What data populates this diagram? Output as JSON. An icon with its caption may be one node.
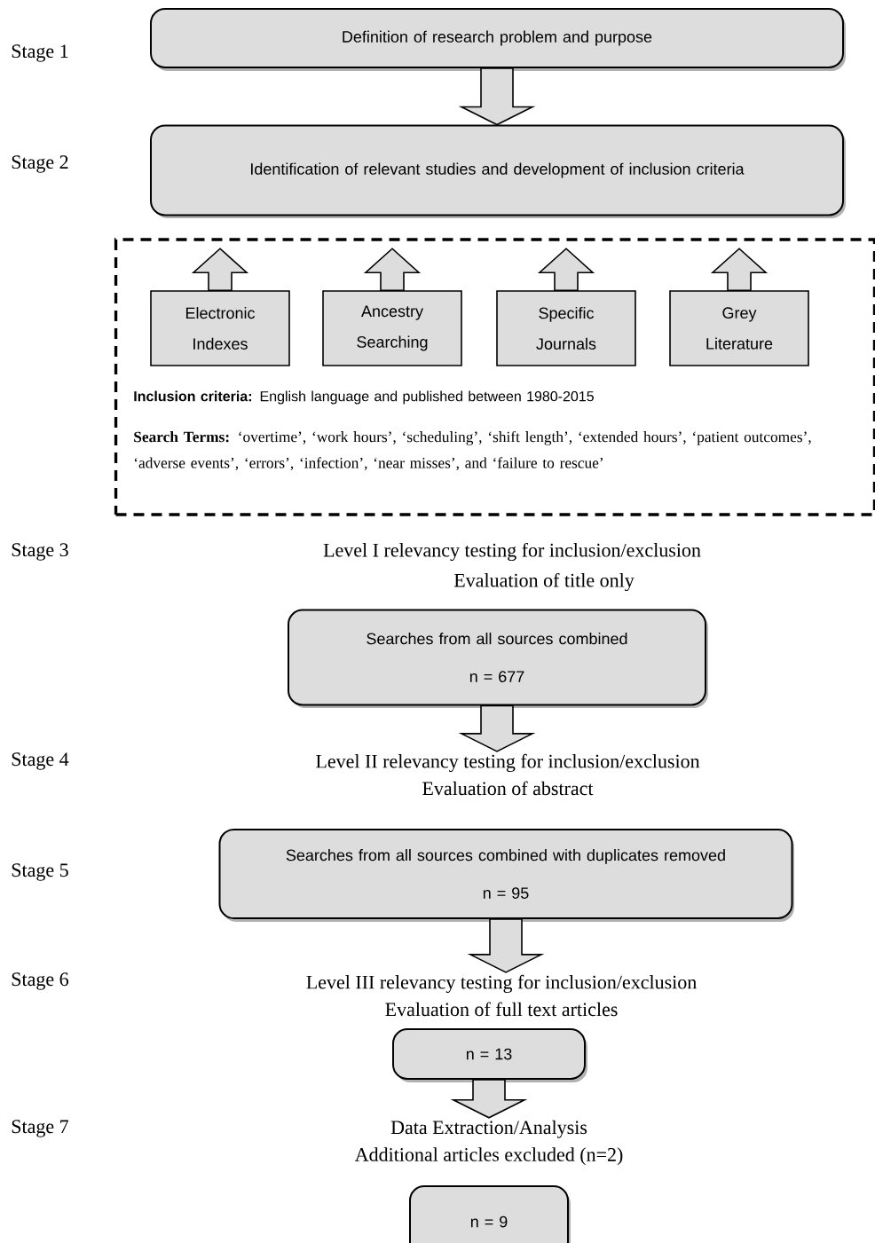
{
  "diagram": {
    "nodes": [
      {
        "text": [
          "Definition of research problem and purpose"
        ]
      },
      {
        "text": [
          "Identification of relevant studies and development of inclusion criteria"
        ]
      },
      {
        "text": [
          "**Inclusion criteria:** English language and published between 1980-2015",
          "**Search Terms:** ‘overtime’, ‘work hours’, ‘scheduling’, ‘shift length’, ‘extended hours’, ‘patient outcomes’, ‘adverse events’, ‘errors’, ‘infection’, ‘near misses’, and ‘failure to rescue’"
        ]
      },
      {
        "text": [
          "Electronic Indexes"
        ],
        "in": 2
      },
      {
        "text": [
          "Ancestry Searching"
        ],
        "in": 2
      },
      {
        "text": [
          "Specific Journals"
        ],
        "in": 2
      },
      {
        "text": [
          "Grey Literature"
        ],
        "in": 2
      },
      {
        "text": [
          "Searches from all sources combined",
          "n = 677"
        ]
      },
      {
        "text": [
          "Level II relevancy testing for inclusion/exclusion",
          "Evaluation of abstract"
        ]
      },
      {
        "text": [
          "Searches from all sources combined with duplicates removed",
          "n = 95"
        ]
      },
      {
        "text": [
          "Level III relevancy testing for inclusion/exclusion",
          "Evaluation of full text articles"
        ]
      },
      {
        "text": [
          "n = 13"
        ]
      },
      {
        "text": [
          "Data Extraction/Analysis",
          "Additional articles excluded (n=2)"
        ]
      },
      {
        "text": [
          "n = 9"
        ]
      }
    ],
    "edges": [
      {
        "from": 0,
        "to": 1,
        "arrow": "to"
      },
      {
        "from": 3,
        "to": 1,
        "arrow": "to"
      },
      {
        "from": 4,
        "to": 1,
        "arrow": "to"
      },
      {
        "from": 5,
        "to": 1,
        "arrow": "to"
      },
      {
        "from": 6,
        "to": 1,
        "arrow": "to"
      },
      {
        "from": 7,
        "to": 8,
        "arrow": "to"
      },
      {
        "from": 9,
        "to": 10,
        "arrow": "to"
      },
      {
        "from": 11,
        "to": 12,
        "arrow": "to"
      }
    ],
    "labels": [
      "Stage 1",
      "Stage 2",
      "Stage 3",
      "Level I relevancy testing for inclusion/exclusion",
      "Evaluation of title only",
      "Stage 4",
      "Stage 5",
      "Stage 6",
      "Stage 7"
    ]
  }
}
